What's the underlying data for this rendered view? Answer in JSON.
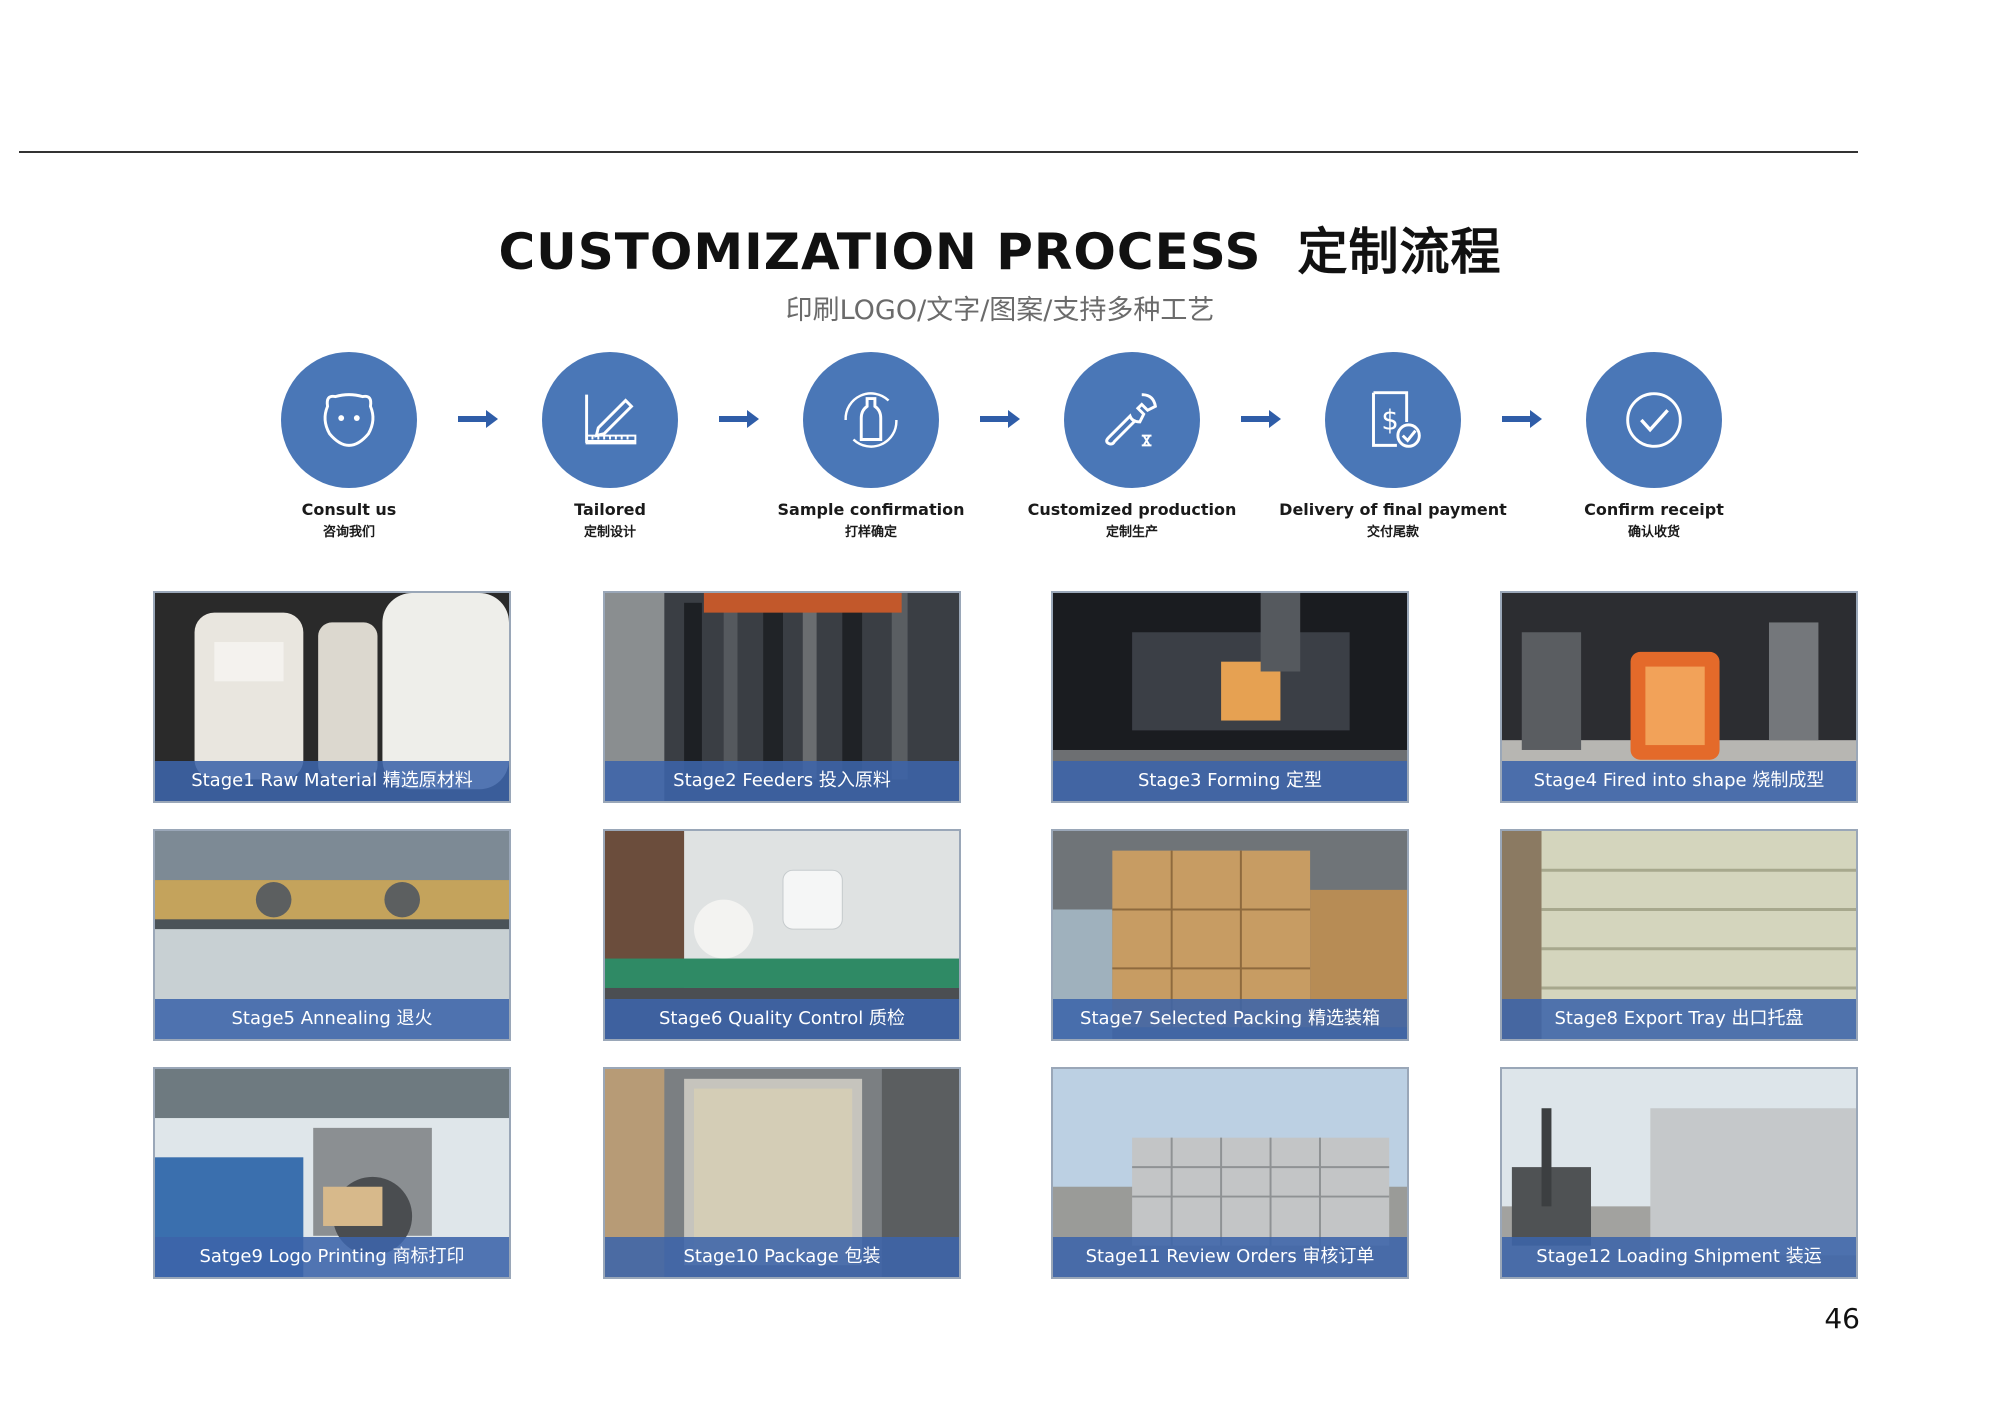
{
  "header": {
    "title_en": "CUSTOMIZATION PROCESS",
    "title_cn": "定制流程",
    "subtitle": "印刷LOGO/文字/图案/支持多种工艺"
  },
  "colors": {
    "accent": "#4a77b7",
    "arrow": "#2f5da8",
    "caption_bg": "#3c64aa"
  },
  "process": [
    {
      "en": "Consult us",
      "cn": "咨询我们",
      "icon": "chat-face-icon"
    },
    {
      "en": "Tailored",
      "cn": "定制设计",
      "icon": "ruler-pencil-icon"
    },
    {
      "en": "Sample confirmation",
      "cn": "打样确定",
      "icon": "bottle-cycle-icon"
    },
    {
      "en": "Customized production",
      "cn": "定制生产",
      "icon": "wrench-icon"
    },
    {
      "en": "Delivery of final payment",
      "cn": "交付尾款",
      "icon": "invoice-dollar-icon"
    },
    {
      "en": "Confirm receipt",
      "cn": "确认收货",
      "icon": "check-circle-icon"
    }
  ],
  "stages": [
    {
      "caption": "Stage1 Raw Material 精选原材料",
      "scene": "raw-material-photo"
    },
    {
      "caption": "Stage2  Feeders  投入原料",
      "scene": "feeders-photo"
    },
    {
      "caption": "Stage3 Forming  定型",
      "scene": "forming-photo"
    },
    {
      "caption": "Stage4 Fired into shape  烧制成型",
      "scene": "fired-photo"
    },
    {
      "caption": "Stage5 Annealing  退火",
      "scene": "annealing-photo"
    },
    {
      "caption": "Stage6 Quality Control 质检",
      "scene": "quality-photo"
    },
    {
      "caption": "Stage7 Selected Packing  精选装箱",
      "scene": "packing-photo"
    },
    {
      "caption": "Stage8 Export Tray  出口托盘",
      "scene": "tray-photo"
    },
    {
      "caption": "Satge9  Logo Printing  商标打印",
      "scene": "printing-photo"
    },
    {
      "caption": "Stage10 Package  包装",
      "scene": "package-photo"
    },
    {
      "caption": "Stage11 Review Orders  审核订单",
      "scene": "warehouse-photo"
    },
    {
      "caption": "Stage12 Loading Shipment  装运",
      "scene": "loading-photo"
    }
  ],
  "page_number": "46"
}
